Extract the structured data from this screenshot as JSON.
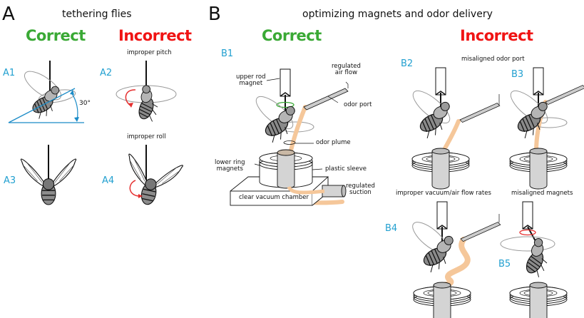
{
  "colors": {
    "correct": "#3aa935",
    "incorrect": "#f01414",
    "sublabel": "#22a0d0",
    "odor_plume": "#f5c79a",
    "angle_line": "#1a8bc7"
  },
  "panel_a": {
    "letter": "A",
    "title": "tethering flies",
    "correct_label": "Correct",
    "incorrect_label": "Incorrect",
    "subpanels": [
      {
        "id": "A1",
        "caption": "",
        "annotation": "30°",
        "icon": "fly-side-view-icon"
      },
      {
        "id": "A2",
        "caption": "improper pitch",
        "icon": "fly-pitched-icon"
      },
      {
        "id": "A3",
        "caption": "",
        "icon": "fly-front-view-icon"
      },
      {
        "id": "A4",
        "caption": "improper roll",
        "icon": "fly-rolled-icon"
      }
    ]
  },
  "panel_b": {
    "letter": "B",
    "title": "optimizing magnets and odor delivery",
    "correct_label": "Correct",
    "incorrect_label": "Incorrect",
    "subpanels": [
      {
        "id": "B1",
        "caption": ""
      },
      {
        "id": "B2",
        "caption": "misaligned odor port"
      },
      {
        "id": "B3",
        "caption": ""
      },
      {
        "id": "B4",
        "caption": "improper vacuum/air flow rates"
      },
      {
        "id": "B5",
        "caption": "misaligned magnets"
      }
    ],
    "b1_labels": {
      "upper_rod_magnet": "upper rod\nmagnet",
      "regulated_air_flow": "regulated\nair flow",
      "odor_port": "odor port",
      "odor_plume": "odor plume",
      "lower_ring_magnets": "lower ring\nmagnets",
      "plastic_sleeve": "plastic sleeve",
      "clear_vacuum_chamber": "clear vacuum chamber",
      "regulated_suction": "regulated\nsuction"
    }
  }
}
